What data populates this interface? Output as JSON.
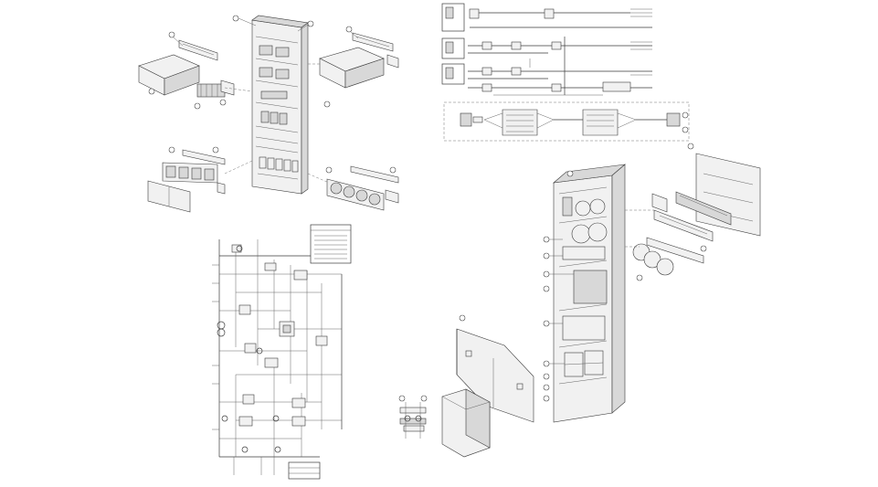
{
  "drawing": {
    "background": "#ffffff",
    "line_color": "#3a3a3a",
    "views": [
      {
        "id": "cabinet-exploded-top-left",
        "kind": "isometric-exploded"
      },
      {
        "id": "wiring-schematic",
        "kind": "single-line-schematic"
      },
      {
        "id": "connector-wiring-diagram",
        "kind": "cable-diagram"
      },
      {
        "id": "cabinet-exploded-right",
        "kind": "isometric-exploded"
      },
      {
        "id": "enclosure-box",
        "kind": "isometric"
      },
      {
        "id": "bracket-detail",
        "kind": "isometric-detail"
      }
    ]
  }
}
